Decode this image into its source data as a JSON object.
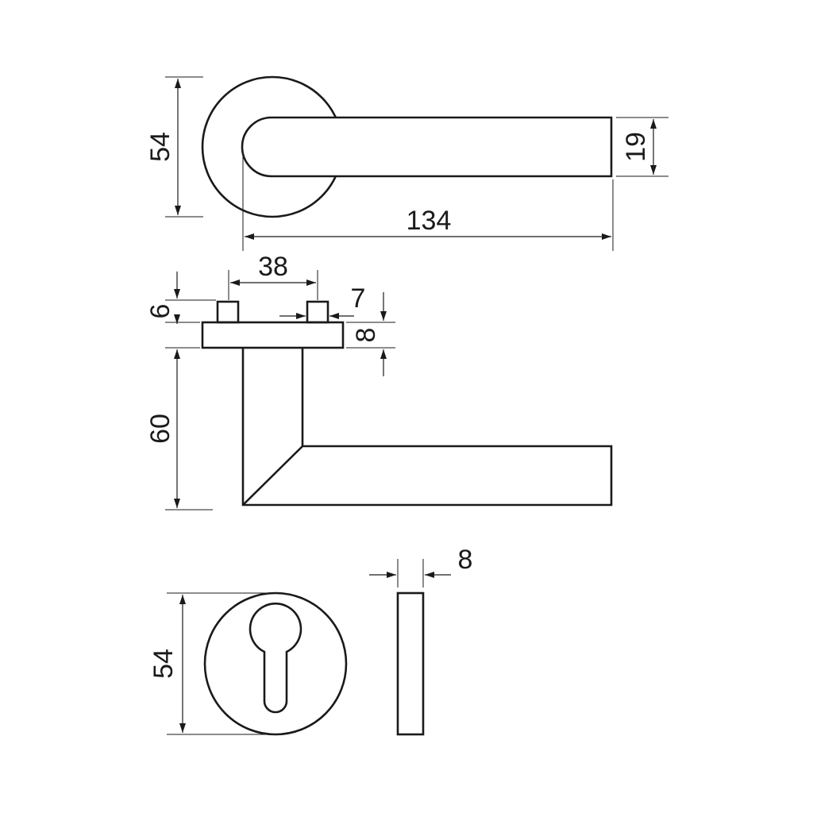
{
  "dimensions": {
    "rose_diameter_top": "54",
    "lever_width": "19",
    "lever_length": "134",
    "spacing": "38",
    "pin_height": "6",
    "pin_width": "7",
    "rose_thickness": "8",
    "lever_height": "60",
    "escutcheon_thickness": "8",
    "escutcheon_diameter": "54"
  },
  "colors": {
    "line": "#1a1a1a",
    "background": "#ffffff"
  }
}
